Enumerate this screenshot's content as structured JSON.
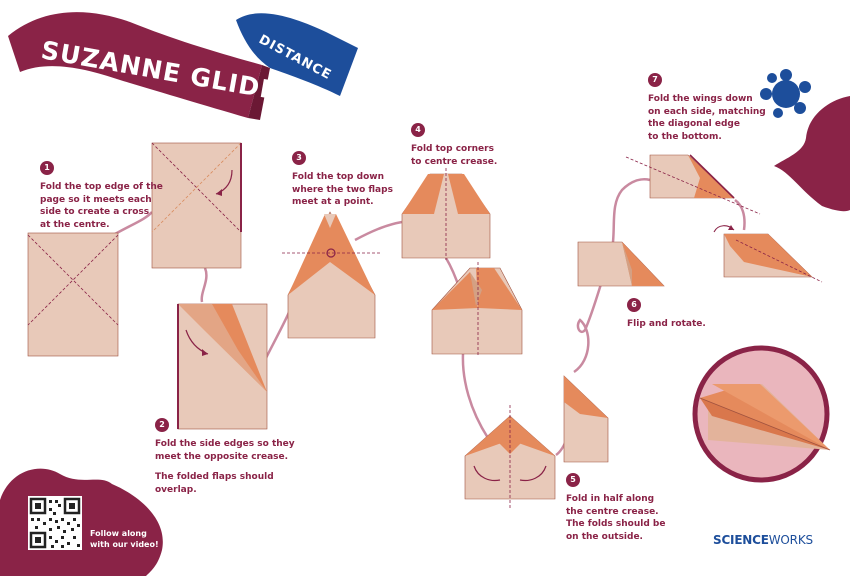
{
  "banner": {
    "title": "SUZANNE GLIDER",
    "tag": "DISTANCE"
  },
  "colors": {
    "maroon": "#8a2347",
    "blue": "#1d4e9b",
    "paper": "#e8c9b9",
    "flap": "#e58a5c",
    "path": "#c98aa0"
  },
  "steps": [
    {
      "num": "1",
      "lines": [
        "Fold the top edge of the",
        "page so it meets each",
        "side to create a cross",
        "at the centre."
      ]
    },
    {
      "num": "2",
      "line1": "Fold the side edges so they",
      "line2_pre": "meet the ",
      "line2_bold": "opposite",
      "line2_post": " crease.",
      "note": [
        "The folded flaps should",
        "overlap."
      ]
    },
    {
      "num": "3",
      "lines": [
        "Fold the top down",
        "where the two flaps",
        "meet at a point."
      ]
    },
    {
      "num": "4",
      "lines": [
        "Fold top corners",
        "to centre crease."
      ]
    },
    {
      "num": "5",
      "lines": [
        "Fold in half along",
        "the centre crease.",
        "The folds should be",
        "on the outside."
      ]
    },
    {
      "num": "6",
      "lines": [
        "Flip and rotate."
      ]
    },
    {
      "num": "7",
      "lines": [
        "Fold the wings down",
        "on each side, matching",
        "the diagonal edge",
        "to the bottom."
      ]
    }
  ],
  "qr": {
    "caption": [
      "Follow along",
      "with our video!"
    ]
  },
  "brand": {
    "bold": "SCIENCE",
    "thin": "WORKS"
  }
}
